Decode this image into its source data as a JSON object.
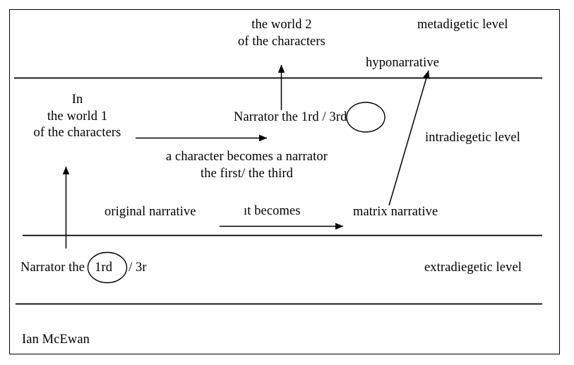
{
  "diagram": {
    "title_author": "Ian McEwan",
    "levels": {
      "metadiegetic": "metadigetic level",
      "intradiegetic": "intradiegetic level",
      "extradiegetic": "extradiegetic level"
    },
    "labels": {
      "world2_line1": "the world  2",
      "world2_line2": "of the characters",
      "hyponarrative": "hyponarrative",
      "world1_line1": "In",
      "world1_line2": "the  world 1",
      "world1_line3": "of the characters",
      "narrator_intra": "Narrator the 1rd / 3rd",
      "narrator_intra_plain": "Narrator the 1rd / ",
      "narrator_intra_circled": "3rd",
      "becomes_line1": "a character becomes a narrator",
      "becomes_line2": "the first/ the third",
      "original_narrative": "original narrative",
      "it_becomes": "ıt becomes",
      "matrix_narrative": "matrix narrative",
      "narrator_extra_prefix": "Narrator the",
      "narrator_extra_circled": "1rd",
      "narrator_extra_suffix": "/ 3r"
    },
    "colors": {
      "ink": "#000000",
      "background": "#ffffff"
    }
  }
}
